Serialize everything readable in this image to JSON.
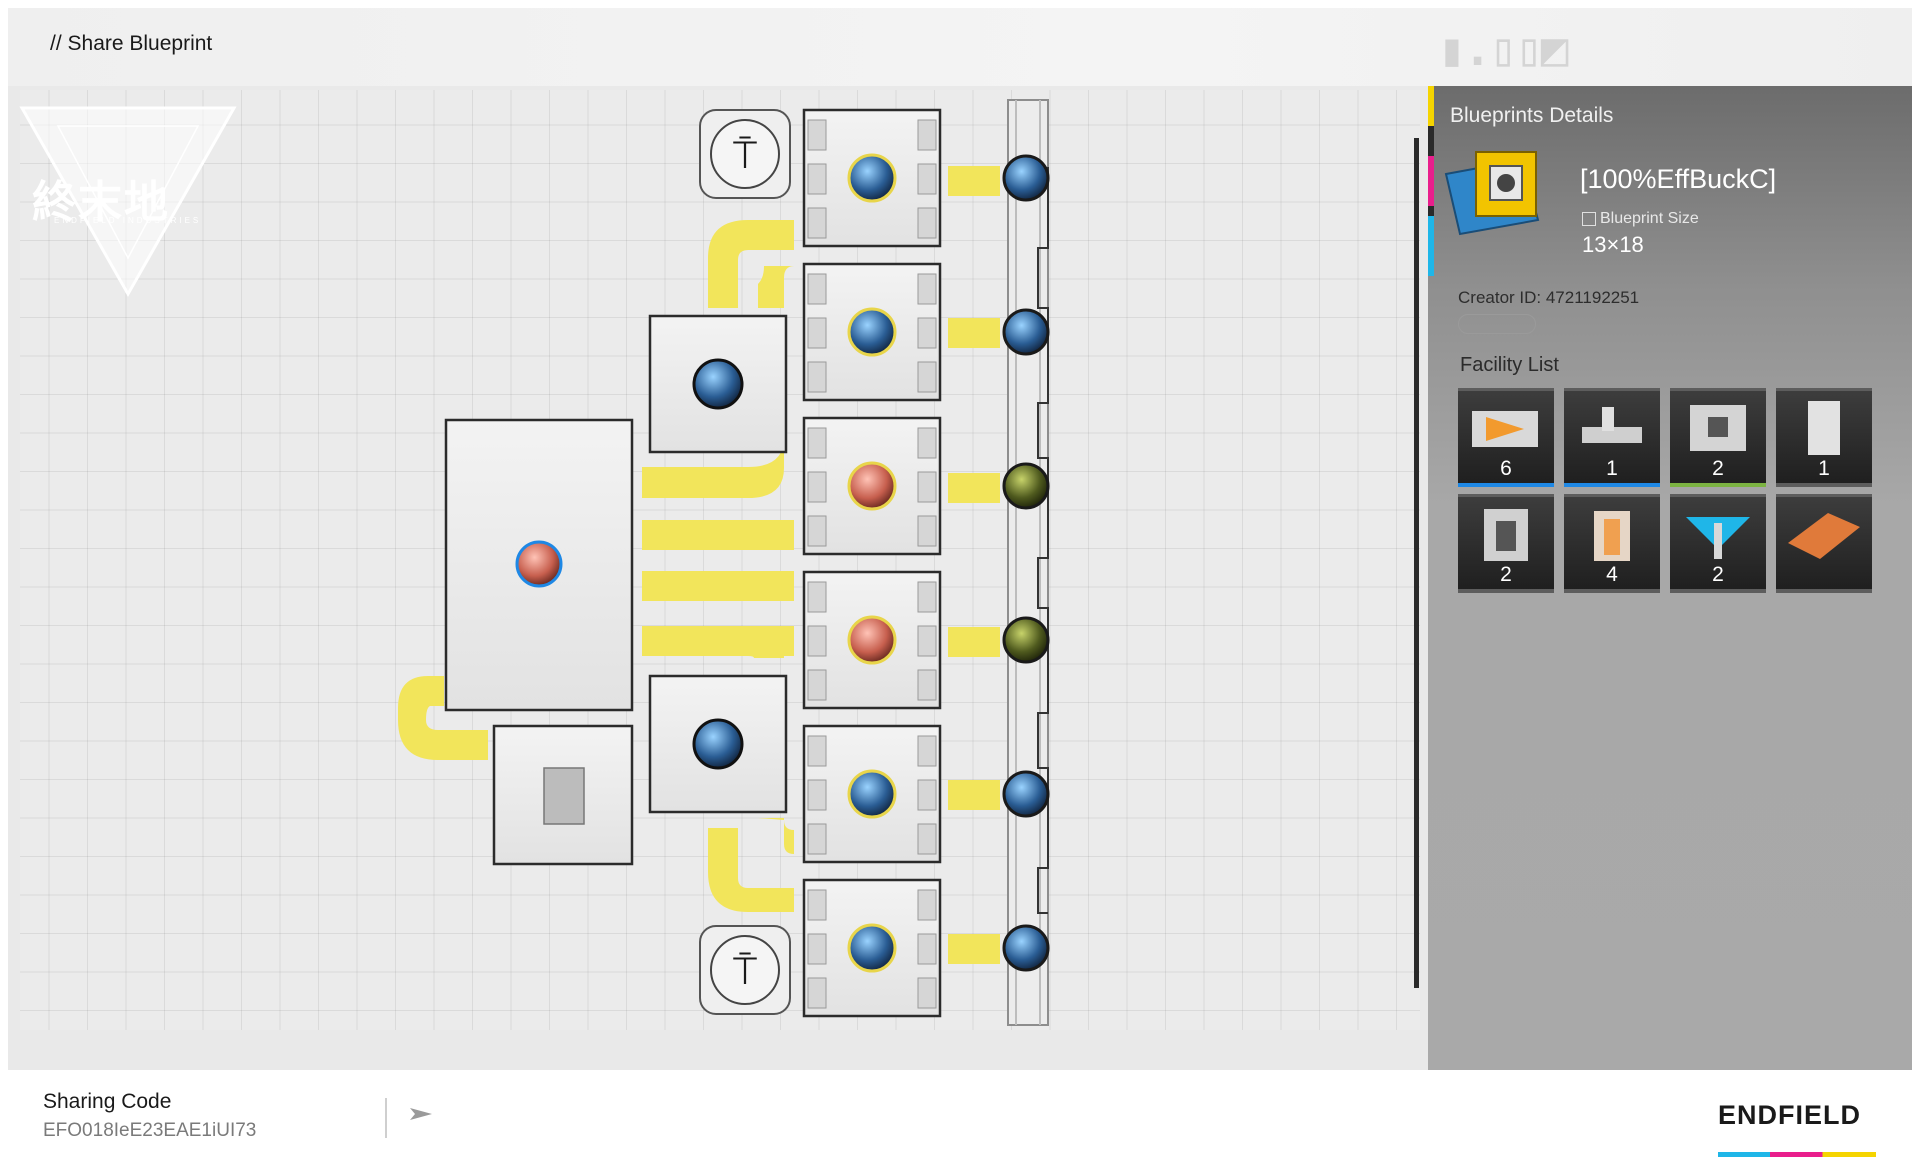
{
  "header": {
    "title": "// Share Blueprint",
    "emblem_text": "終末地",
    "emblem_subtext": "ENDFIELD INDUSTRIES"
  },
  "panel": {
    "title": "Blueprints Details",
    "blueprint_name": "[100%EffBuckC]",
    "size_label": "Blueprint Size",
    "size_value": "13×18",
    "creator": "Creator ID: 4721192251",
    "facility_title": "Facility List",
    "facilities": [
      {
        "icon": "conveyor-bridge-icon",
        "count": "6",
        "bar": "#1e88e5"
      },
      {
        "icon": "crane-unit-icon",
        "count": "1",
        "bar": "#1e88e5"
      },
      {
        "icon": "processing-unit-icon",
        "count": "2",
        "bar": "#7cb342"
      },
      {
        "icon": "storage-tower-icon",
        "count": "1",
        "bar": "#5d5d5d"
      },
      {
        "icon": "refining-unit-icon",
        "count": "2",
        "bar": "#5d5d5d"
      },
      {
        "icon": "furnace-unit-icon",
        "count": "4",
        "bar": "#5d5d5d"
      },
      {
        "icon": "power-pylon-icon",
        "count": "2",
        "bar": "#5d5d5d"
      },
      {
        "icon": "floor-tile-icon",
        "count": "",
        "bar": "#5d5d5d"
      }
    ]
  },
  "footer": {
    "sharing_label": "Sharing Code",
    "sharing_code": "EFO018IeE23EAE1iUI73",
    "brand": "ENDFIELD"
  },
  "colors": {
    "belt": "#f2e55b",
    "accent_yellow": "#f5d400",
    "accent_magenta": "#e91e8c",
    "accent_cyan": "#1fb6e8"
  }
}
